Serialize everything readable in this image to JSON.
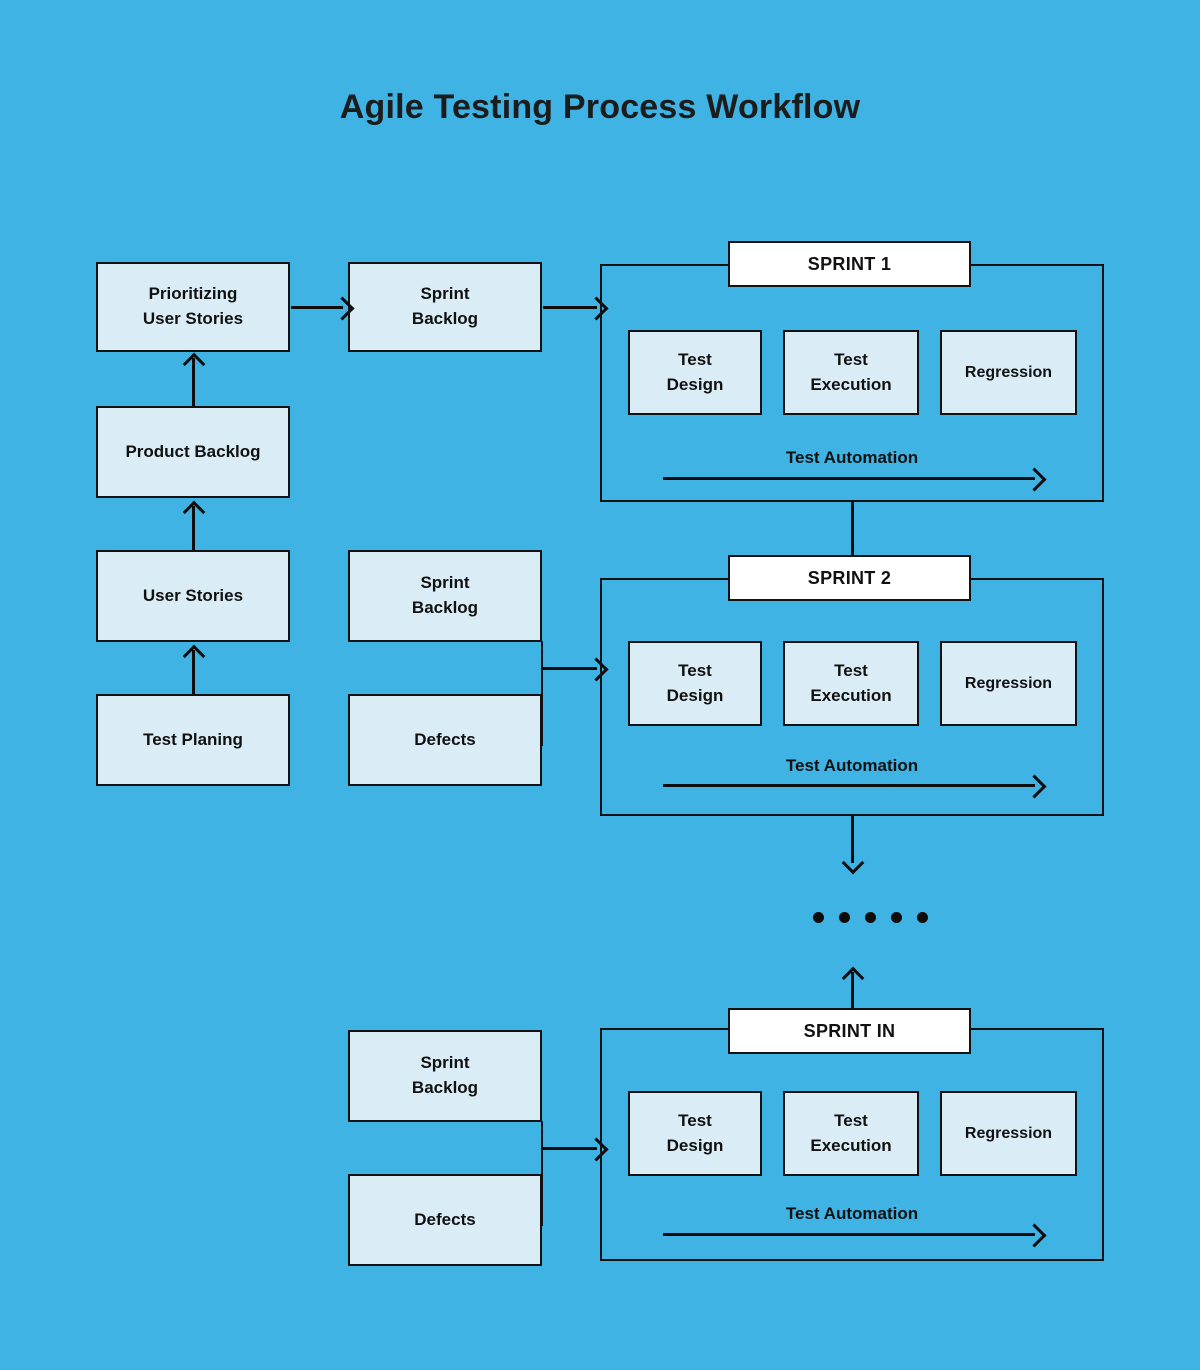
{
  "page": {
    "title": "Agile Testing Process Workflow",
    "background_color": "#3FB3E3",
    "node_fill_color": "#DAEDF7",
    "node_border_color": "#121212",
    "tab_fill_color": "#FFFFFF",
    "text_color": "#111111"
  },
  "left_column": {
    "nodes": [
      {
        "id": "prioritizing-user-stories",
        "label": "Prioritizing\nUser Stories"
      },
      {
        "id": "product-backlog",
        "label": "Product Backlog"
      },
      {
        "id": "user-stories",
        "label": "User Stories"
      },
      {
        "id": "test-planing",
        "label": "Test Planing"
      }
    ]
  },
  "middle_column": {
    "rows": [
      {
        "id": "sprint-backlog-1",
        "label": "Sprint\nBacklog"
      },
      {
        "id": "sprint-backlog-2",
        "label": "Sprint\nBacklog"
      },
      {
        "id": "defects-2",
        "label": "Defects"
      },
      {
        "id": "sprint-backlog-n",
        "label": "Sprint\nBacklog"
      },
      {
        "id": "defects-n",
        "label": "Defects"
      }
    ]
  },
  "sprints": [
    {
      "id": "sprint-1",
      "tab_label": "SPRINT 1",
      "activities": [
        {
          "id": "test-design",
          "label": "Test\nDesign"
        },
        {
          "id": "test-execution",
          "label": "Test\nExecution"
        },
        {
          "id": "regression",
          "label": "Regression"
        }
      ],
      "automation_label": "Test Automation"
    },
    {
      "id": "sprint-2",
      "tab_label": "SPRINT 2",
      "activities": [
        {
          "id": "test-design",
          "label": "Test\nDesign"
        },
        {
          "id": "test-execution",
          "label": "Test\nExecution"
        },
        {
          "id": "regression",
          "label": "Regression"
        }
      ],
      "automation_label": "Test Automation"
    },
    {
      "id": "sprint-in",
      "tab_label": "SPRINT IN",
      "activities": [
        {
          "id": "test-design",
          "label": "Test\nDesign"
        },
        {
          "id": "test-execution",
          "label": "Test\nExecution"
        },
        {
          "id": "regression",
          "label": "Regression"
        }
      ],
      "automation_label": "Test Automation"
    }
  ],
  "continuation": {
    "dot_count": 5
  }
}
